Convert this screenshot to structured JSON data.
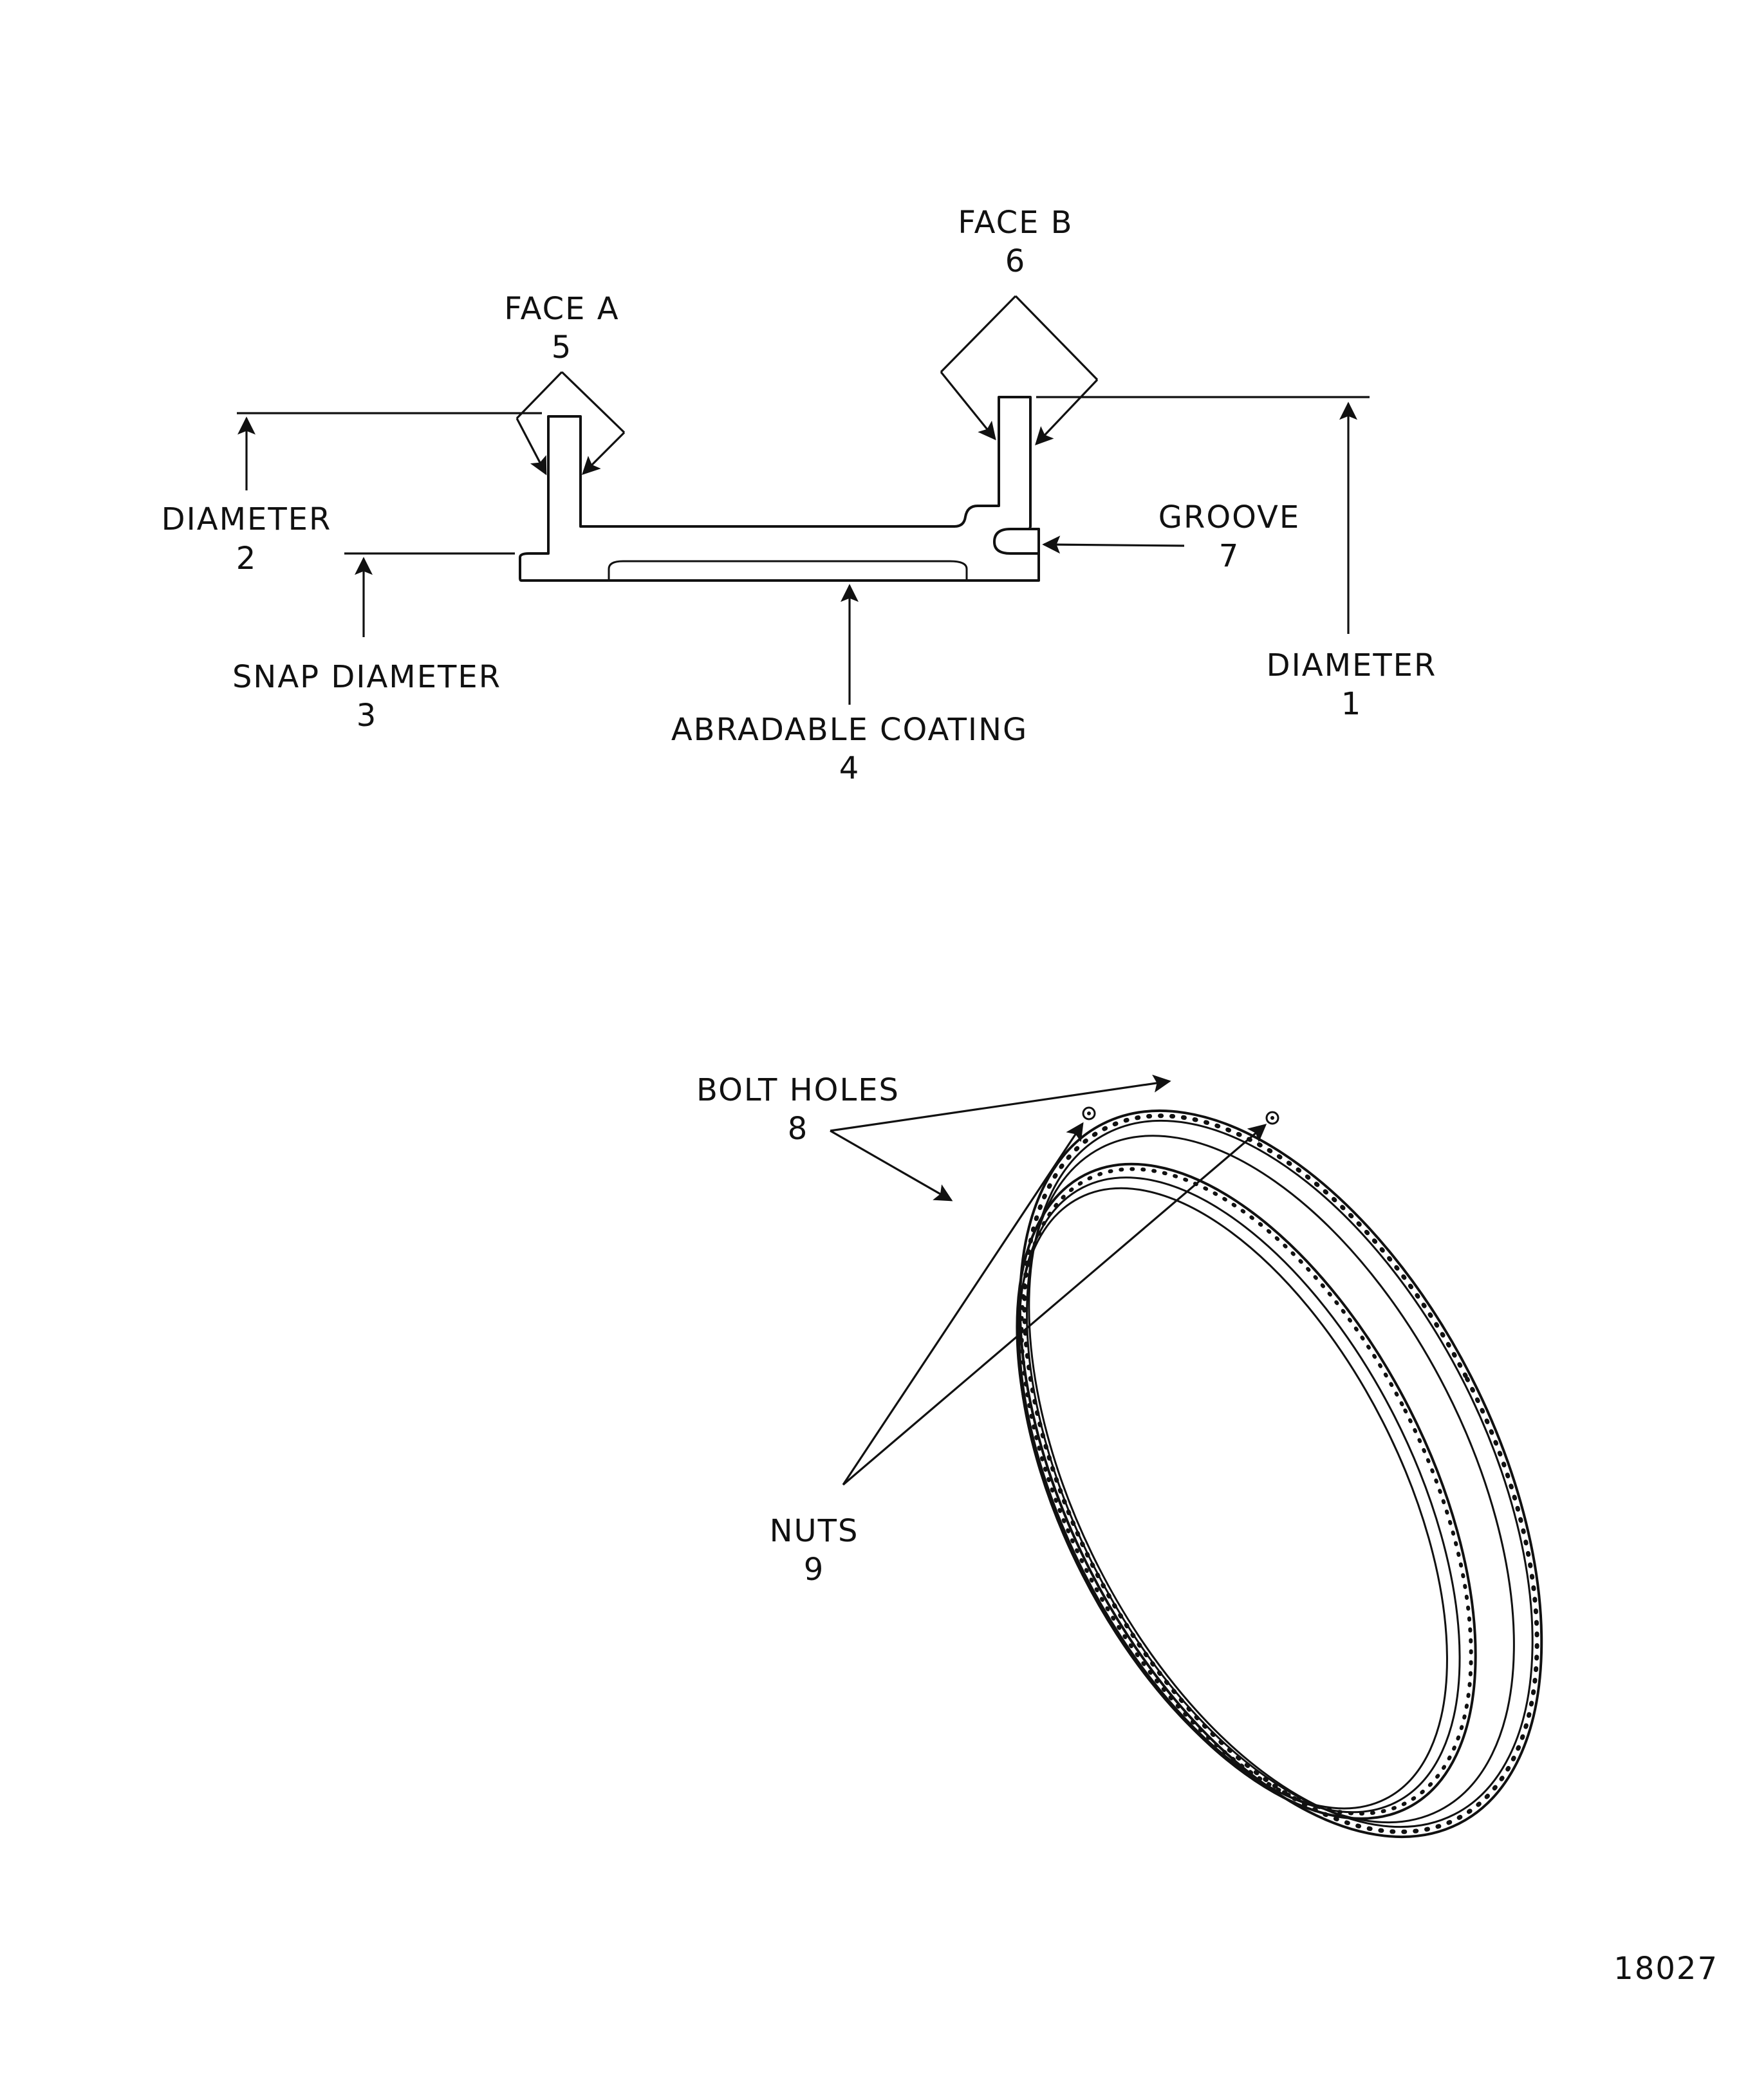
{
  "callouts": {
    "face_a": {
      "name": "FACE  A",
      "num": "5"
    },
    "face_b": {
      "name": "FACE  B",
      "num": "6"
    },
    "diameter_2": {
      "name": "DIAMETER",
      "num": "2"
    },
    "groove": {
      "name": "GROOVE",
      "num": "7"
    },
    "snap_diameter": {
      "name": "SNAP  DIAMETER",
      "num": "3"
    },
    "abradable_coating": {
      "name": "ABRADABLE  COATING",
      "num": "4"
    },
    "diameter_1": {
      "name": "DIAMETER",
      "num": "1"
    },
    "bolt_holes": {
      "name": "BOLT HOLES",
      "num": "8"
    },
    "nuts": {
      "name": "NUTS",
      "num": "9"
    }
  },
  "figure_number": "18027"
}
